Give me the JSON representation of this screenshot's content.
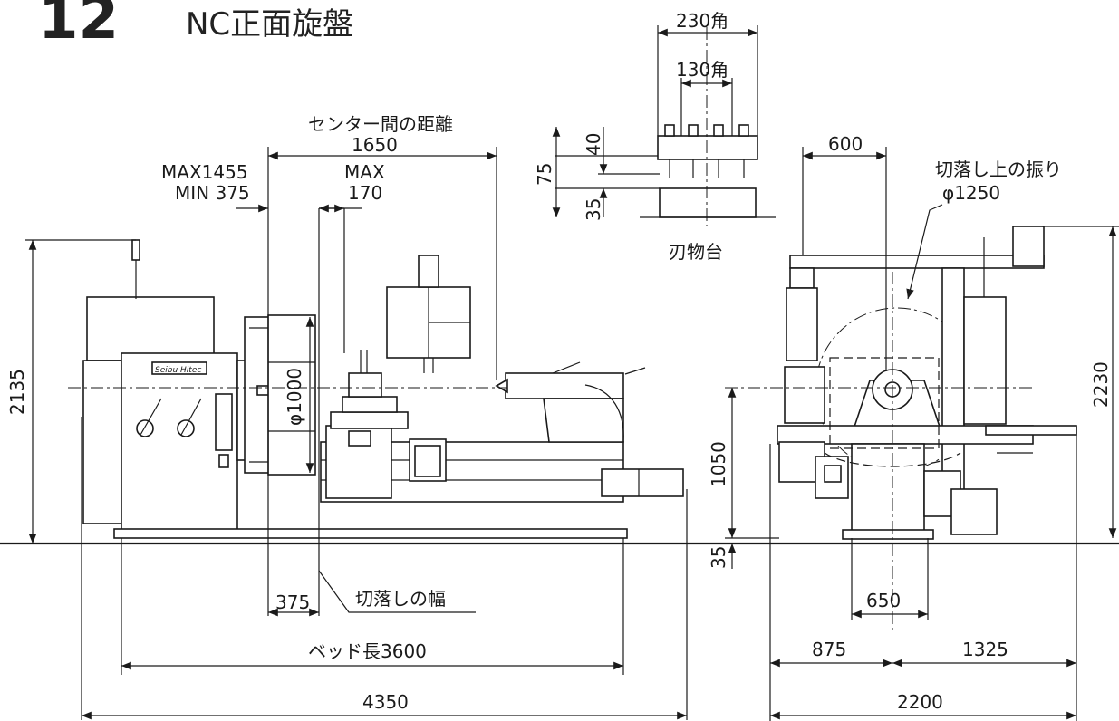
{
  "title": {
    "number": "12",
    "text": "NC正面旋盤"
  },
  "front_view": {
    "brand_plate": "Seibu Hitec",
    "dimensions": {
      "center_distance_label": "センター間の距離",
      "center_distance_value": "1650",
      "saddle_range_max": "MAX1455",
      "saddle_range_min": "MIN 375",
      "cross_max_label": "MAX",
      "cross_max_value": "170",
      "chuck_dia": "φ1000",
      "height": "2135",
      "gap_width_value": "375",
      "gap_width_label": "切落しの幅",
      "bed_length": "ベッド長3600",
      "overall_length": "4350"
    }
  },
  "tool_post_detail": {
    "label": "刃物台",
    "outer_square": "230角",
    "inner_square": "130角",
    "dim_40": "40",
    "dim_75": "75",
    "dim_35": "35"
  },
  "side_view": {
    "dimensions": {
      "offset_600": "600",
      "swing_label": "切落し上の振り",
      "swing_value": "φ1250",
      "center_height": "1050",
      "base_35": "35",
      "width_650": "650",
      "left_875": "875",
      "right_1325": "1325",
      "overall_2200": "2200",
      "height_2230": "2230"
    }
  }
}
